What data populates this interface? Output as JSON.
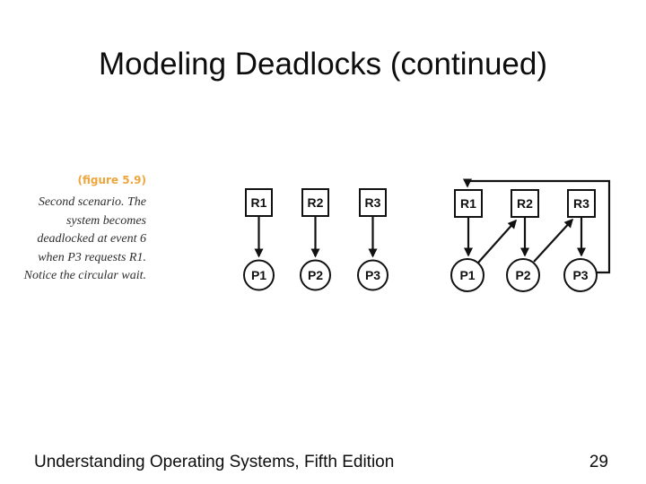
{
  "slide": {
    "title": "Modeling Deadlocks (continued)",
    "footer": {
      "book_title": "Understanding Operating Systems, Fifth Edition",
      "page_number": "29"
    }
  },
  "figure": {
    "label": "(figure 5.9)",
    "accent_color": "#EDA63E",
    "caption_lines": [
      "Second scenario. The",
      "system becomes",
      "deadlocked at event 6",
      "when P3 requests R1.",
      "Notice the circular wait."
    ],
    "graphs": {
      "left": {
        "resources": [
          "R1",
          "R2",
          "R3"
        ],
        "processes": [
          "P1",
          "P2",
          "P3"
        ],
        "edges": [
          {
            "from": "R1",
            "to": "P1"
          },
          {
            "from": "R2",
            "to": "P2"
          },
          {
            "from": "R3",
            "to": "P3"
          }
        ]
      },
      "right": {
        "resources": [
          "R1",
          "R2",
          "R3"
        ],
        "processes": [
          "P1",
          "P2",
          "P3"
        ],
        "edges": [
          {
            "from": "R1",
            "to": "P1"
          },
          {
            "from": "R2",
            "to": "P2"
          },
          {
            "from": "R3",
            "to": "P3"
          },
          {
            "from": "P1",
            "to": "R2"
          },
          {
            "from": "P2",
            "to": "R3"
          },
          {
            "from": "P3",
            "to": "R1"
          }
        ]
      }
    }
  }
}
